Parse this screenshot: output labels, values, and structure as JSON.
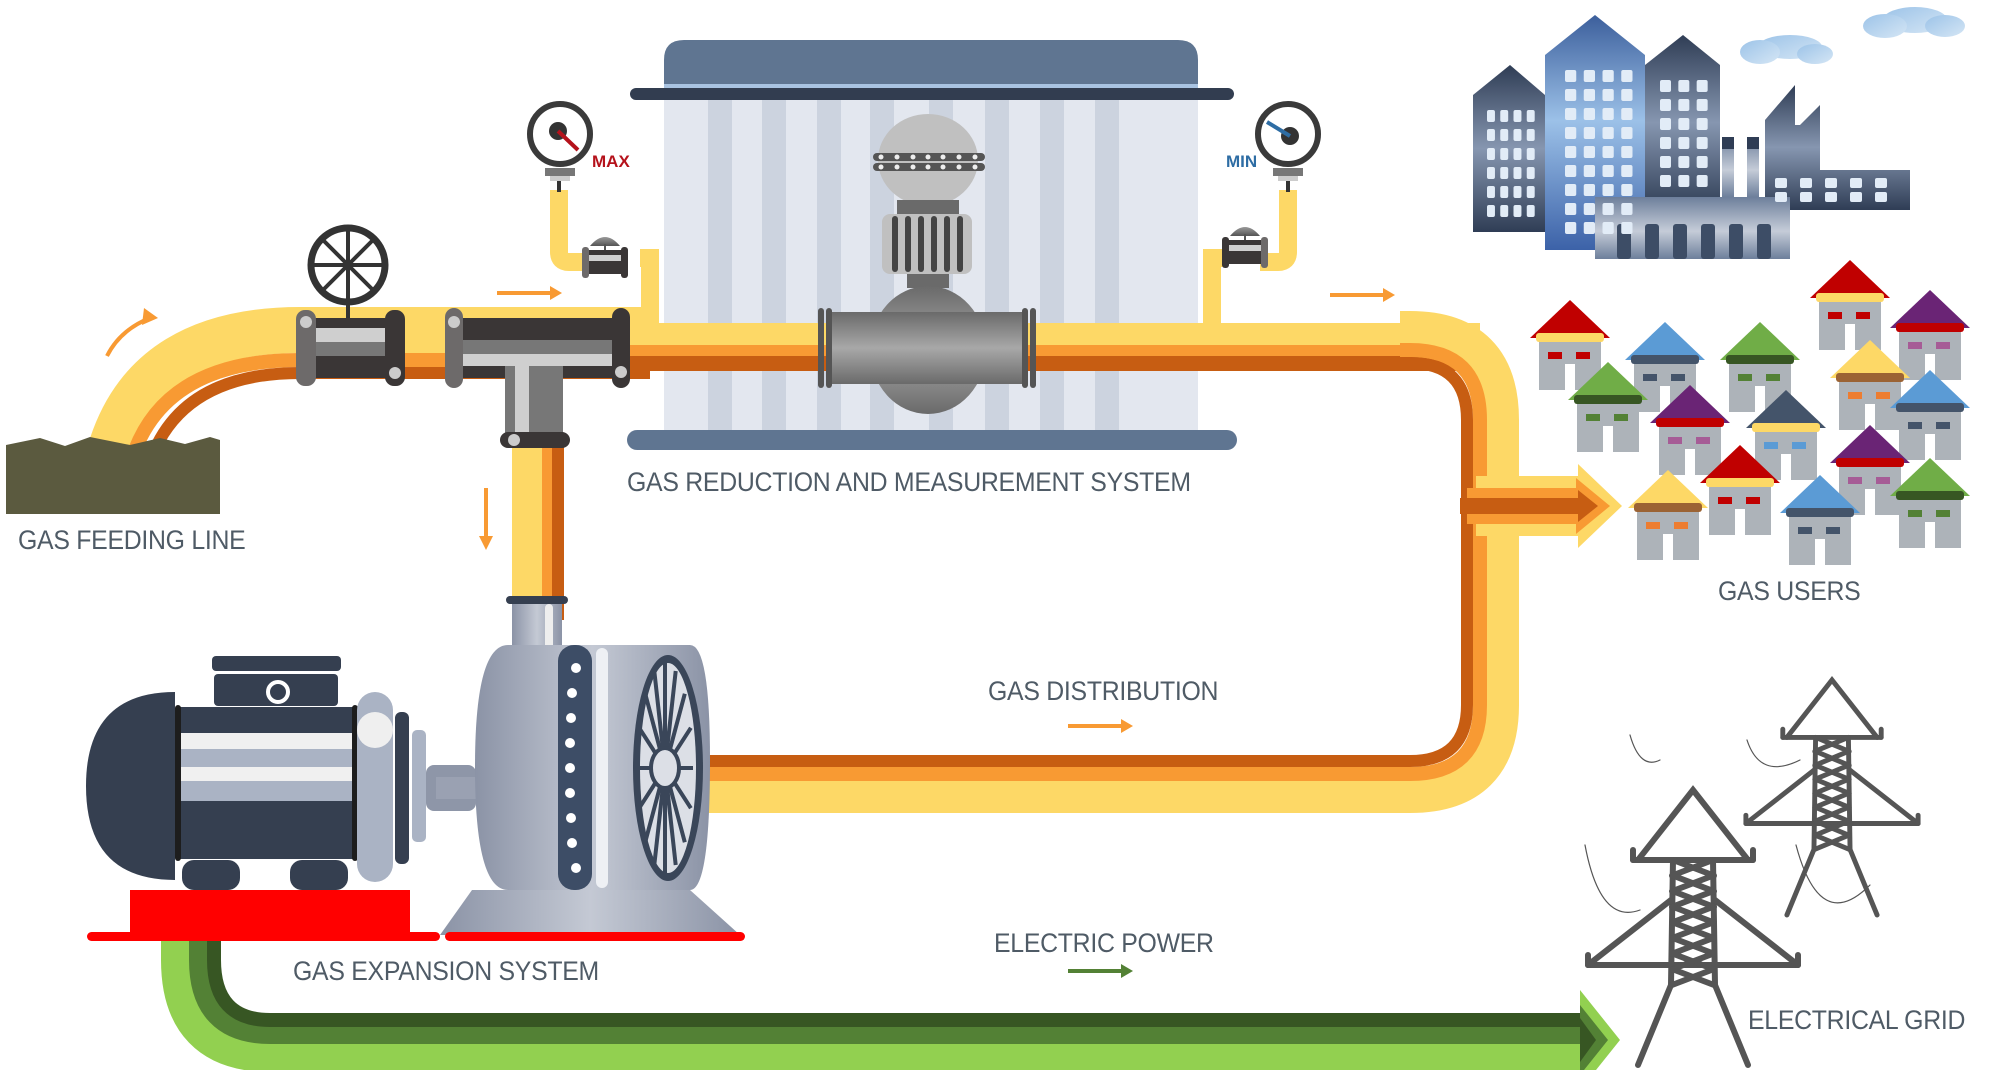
{
  "title": "Gas pressure reduction with energy recovery",
  "labels": {
    "gas_feeding_line": "GAS FEEDING LINE",
    "gas_reduction": "GAS REDUCTION AND MEASUREMENT SYSTEM",
    "gas_users": "GAS USERS",
    "gas_distribution": "GAS DISTRIBUTION",
    "gas_expansion": "GAS EXPANSION SYSTEM",
    "electric_power": "ELECTRIC POWER",
    "electrical_grid": "ELECTRICAL GRID"
  },
  "gauges": {
    "inlet": {
      "label": "MAX",
      "color": "#b5121b"
    },
    "outlet": {
      "label": "MIN",
      "color": "#2e6da4"
    }
  },
  "colors": {
    "gas_pipe_light": "#fdd866",
    "gas_pipe_mid": "#f89a33",
    "gas_pipe_dark": "#c75d12",
    "power_light": "#92d050",
    "power_mid": "#538135",
    "power_dark": "#375623",
    "label_text": "#4f5b66",
    "station_roof": "#5f7591",
    "base_red": "#ff0000",
    "ground": "#5b5a3f",
    "tower": "#555555"
  },
  "houses": [
    {
      "roof": "#c00000",
      "trim": "#fdd866",
      "win": "#c00000"
    },
    {
      "roof": "#5b9bd5",
      "trim": "#44546a",
      "win": "#44546a"
    },
    {
      "roof": "#70ad47",
      "trim": "#375623",
      "win": "#538135"
    },
    {
      "roof": "#c00000",
      "trim": "#fdd866",
      "win": "#c00000"
    },
    {
      "roof": "#6a2475",
      "trim": "#c00000",
      "win": "#a65c96"
    },
    {
      "roof": "#70ad47",
      "trim": "#375623",
      "win": "#538135"
    },
    {
      "roof": "#fdd866",
      "trim": "#9b6334",
      "win": "#ed7d31"
    },
    {
      "roof": "#6a2475",
      "trim": "#c00000",
      "win": "#a65c96"
    },
    {
      "roof": "#44546a",
      "trim": "#fdd866",
      "win": "#5b9bd5"
    },
    {
      "roof": "#5b9bd5",
      "trim": "#44546a",
      "win": "#44546a"
    },
    {
      "roof": "#6a2475",
      "trim": "#c00000",
      "win": "#a65c96"
    },
    {
      "roof": "#fdd866",
      "trim": "#9b6334",
      "win": "#ed7d31"
    },
    {
      "roof": "#c00000",
      "trim": "#fdd866",
      "win": "#c00000"
    },
    {
      "roof": "#5b9bd5",
      "trim": "#44546a",
      "win": "#44546a"
    },
    {
      "roof": "#70ad47",
      "trim": "#375623",
      "win": "#538135"
    }
  ]
}
